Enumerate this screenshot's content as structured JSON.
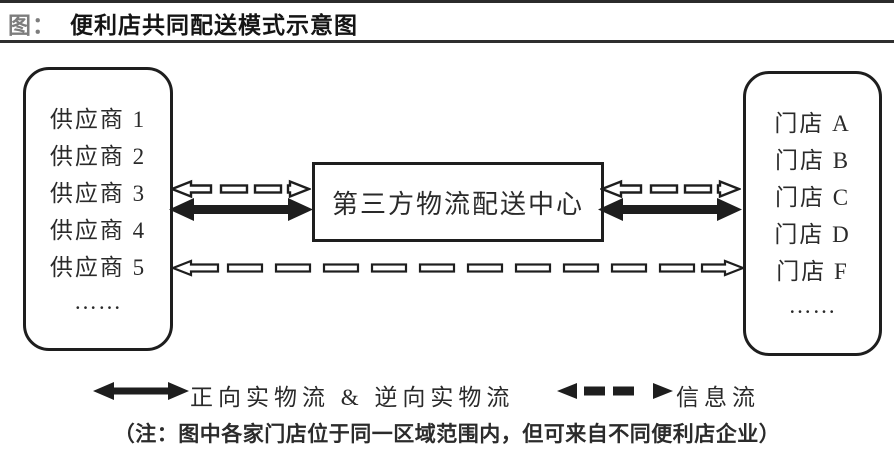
{
  "title": {
    "prefix": "图：",
    "text": "便利店共同配送模式示意图"
  },
  "suppliers": {
    "items": [
      "供应商 1",
      "供应商 2",
      "供应商 3",
      "供应商 4",
      "供应商 5",
      "……"
    ]
  },
  "center": {
    "label": "第三方物流配送中心"
  },
  "stores": {
    "items": [
      "门店 A",
      "门店 B",
      "门店 C",
      "门店 D",
      "门店 F",
      "……"
    ]
  },
  "legend": {
    "physical_label": "正向实物流 & 逆向实物流",
    "info_label": "信息流"
  },
  "note": "（注：图中各家门店位于同一区域范围内，但可来自不同便利店企业）",
  "icons": {
    "solid_double_arrow": "physical-flow-arrow",
    "dashed_double_arrow": "info-flow-arrow"
  },
  "colors": {
    "ink": "#1e1e1e",
    "title_prefix_gray": "#7d7d7d",
    "background": "#ffffff"
  }
}
